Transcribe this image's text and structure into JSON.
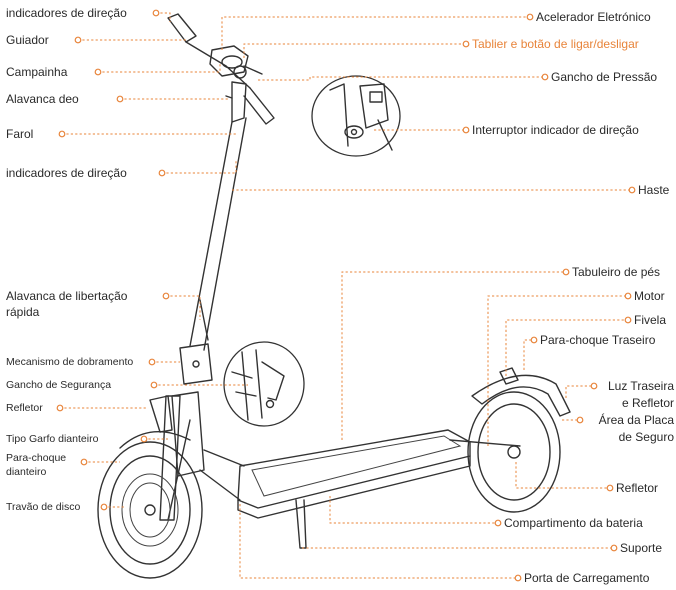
{
  "labels": {
    "turn_signals_top": "indicadores de direção",
    "handlebar": "Guiador",
    "bell": "Campainha",
    "brake_lever": "Alavanca deo",
    "headlight": "Farol",
    "turn_signals_mid": "indicadores de direção",
    "quick_release_1": "Alavanca de libertação",
    "quick_release_2": "rápida",
    "folding_mechanism": "Mecanismo de dobramento",
    "safety_hook": "Gancho de Segurança",
    "reflector_left": "Refletor",
    "front_fork": "Tipo Garfo dianteiro",
    "front_fender_1": "Para-choque",
    "front_fender_2": "dianteiro",
    "disc_brake": "Travão de disco",
    "throttle": "Acelerador Eletrónico",
    "dashboard_power": "Tablier e botão de ligar/desligar",
    "pressure_hook": "Gancho de Pressão",
    "turn_switch": "Interruptor indicador de direção",
    "stem": "Haste",
    "deck": "Tabuleiro de pés",
    "motor": "Motor",
    "buckle": "Fivela",
    "rear_fender": "Para-choque Traseiro",
    "tail_light_1": "Luz Traseira",
    "tail_light_2": "e Refletor",
    "plate_area_1": "Área da Placa",
    "plate_area_2": "de Seguro",
    "reflector_right": "Refletor",
    "battery": "Compartimento da bateria",
    "kickstand": "Suporte",
    "charging_port": "Porta de Carregamento"
  },
  "colors": {
    "leader": "#e8843a",
    "text": "#2a2a2a",
    "highlight": "#e8843a",
    "drawing": "#333333"
  }
}
